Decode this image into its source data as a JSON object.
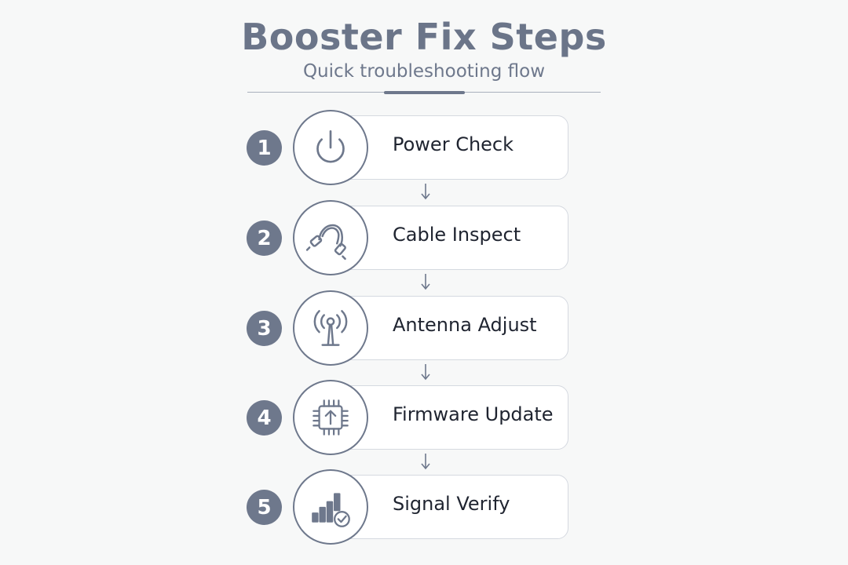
{
  "header": {
    "title": "Booster Fix Steps",
    "subtitle": "Quick troubleshooting flow"
  },
  "colors": {
    "accent": "#6e788c",
    "text": "#1f2430",
    "card_border": "#d5d9e0",
    "background": "#f7f8f8"
  },
  "steps": [
    {
      "number": "1",
      "label": "Power Check",
      "icon": "power-icon"
    },
    {
      "number": "2",
      "label": "Cable Inspect",
      "icon": "cable-icon"
    },
    {
      "number": "3",
      "label": "Antenna Adjust",
      "icon": "antenna-icon"
    },
    {
      "number": "4",
      "label": "Firmware Update",
      "icon": "chip-upload-icon"
    },
    {
      "number": "5",
      "label": "Signal Verify",
      "icon": "signal-check-icon"
    }
  ]
}
